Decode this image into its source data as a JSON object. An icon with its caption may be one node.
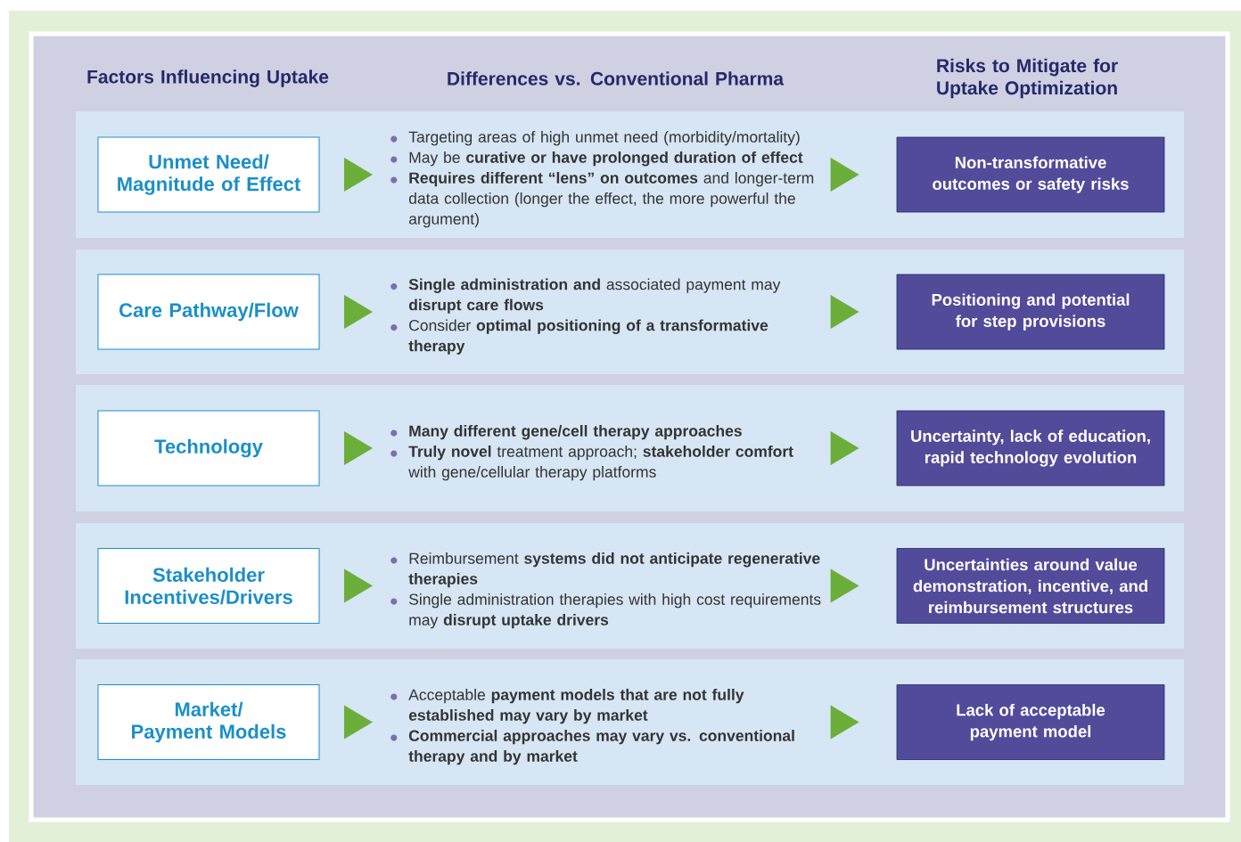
{
  "diagram": {
    "nodes": [
      {
        "text": [],
        "shape": "band"
      },
      {
        "text": [
          "Unmet Need/ Magnitude of Effect"
        ],
        "in": 0
      },
      {
        "text": [
          "Targeting areas of high unmet need (morbidity/mortality)",
          "May be **curative or have prolonged duration of effect**",
          "**Requires different “lens” on outcomes** and longer-term data collection (longer the effect, the more powerful the argument)"
        ],
        "in": 0
      },
      {
        "text": [
          "Non-transformative outcomes or safety risks"
        ],
        "in": 0
      },
      {
        "text": [],
        "shape": "band"
      },
      {
        "text": [
          "Care Pathway/Flow"
        ],
        "in": 4
      },
      {
        "text": [
          "**Single administration and** associated payment may **disrupt care flows**",
          "Consider **optimal positioning of a transformative therapy**"
        ],
        "in": 4
      },
      {
        "text": [
          "Positioning and potential for step provisions"
        ],
        "in": 4
      },
      {
        "text": [],
        "shape": "band"
      },
      {
        "text": [
          "Technology"
        ],
        "in": 8
      },
      {
        "text": [
          "**Many different gene/cell therapy approaches**",
          "**Truly novel** treatment approach; **stakeholder comfort** with gene/cellular therapy platforms"
        ],
        "in": 8
      },
      {
        "text": [
          "Uncertainty, lack of education, rapid technology evolution"
        ],
        "in": 8
      },
      {
        "text": [],
        "shape": "band"
      },
      {
        "text": [
          "Stakeholder Incentives/Drivers"
        ],
        "in": 12
      },
      {
        "text": [
          "Reimbursement **systems did not anticipate regenerative therapies**",
          "Single administration therapies with high cost requirements may **disrupt uptake drivers**"
        ],
        "in": 12
      },
      {
        "text": [
          "Uncertainties around value demonstration, incentive, and reimbursement structures"
        ],
        "in": 12
      },
      {
        "text": [],
        "shape": "band"
      },
      {
        "text": [
          "Market/ Payment Models"
        ],
        "in": 16
      },
      {
        "text": [
          "Acceptable **payment models that are not fully established may vary by market**",
          "**Commercial approaches may vary vs. conventional therapy and by market**"
        ],
        "in": 16
      },
      {
        "text": [
          "Lack of acceptable payment model"
        ],
        "in": 16
      }
    ],
    "edges": [
      {
        "from": 1,
        "to": 2,
        "arrow": "to"
      },
      {
        "from": 2,
        "to": 3,
        "arrow": "to"
      },
      {
        "from": 5,
        "to": 6,
        "arrow": "to"
      },
      {
        "from": 6,
        "to": 7,
        "arrow": "to"
      },
      {
        "from": 9,
        "to": 10,
        "arrow": "to"
      },
      {
        "from": 10,
        "to": 11,
        "arrow": "to"
      },
      {
        "from": 13,
        "to": 14,
        "arrow": "to"
      },
      {
        "from": 14,
        "to": 15,
        "arrow": "to"
      },
      {
        "from": 17,
        "to": 18,
        "arrow": "to"
      },
      {
        "from": 18,
        "to": 19,
        "arrow": "to"
      }
    ],
    "labels": [
      "Factors Influencing Uptake",
      "Differences vs. Conventional Pharma",
      "Risks to Mitigate for Uptake Optimization"
    ]
  }
}
